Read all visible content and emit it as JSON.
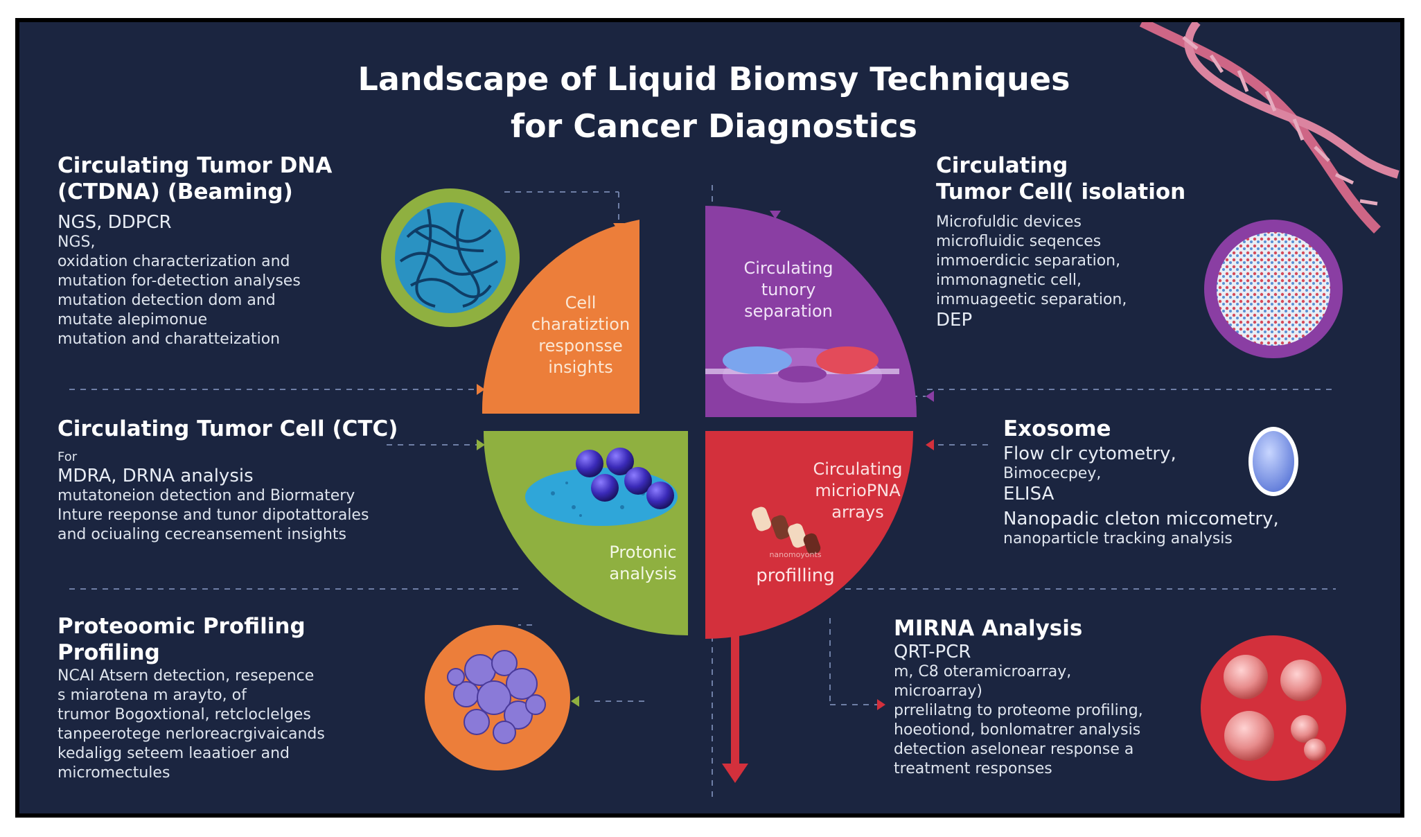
{
  "title": {
    "line1": "Landscape of Liquid Biomsy Techniques",
    "line2": "for Cancer Diagnostics"
  },
  "colors": {
    "background": "#1b2540",
    "orange": "#ec7e3a",
    "purple": "#8a3ea3",
    "green": "#8fb040",
    "red": "#d3303c"
  },
  "sections": {
    "ctdna": {
      "heading": [
        "Circulating Tumor DNA",
        "(CTDNA) (Beaming)"
      ],
      "lines": [
        "NGS, DDPCR",
        "NGS,",
        "oxidation characterization and",
        "mutation for-detection analyses",
        "mutation detection dom and",
        "mutate alepimonue",
        "mutation and charatteization"
      ]
    },
    "ctc_isolation": {
      "heading": [
        "Circulating",
        "Tumor Cell( isolation"
      ],
      "lines": [
        "Microfuldic devices",
        "microfluidic seqences",
        "immoerdicic separation,",
        "immonagnetic cell,",
        "immuageetic separation,",
        "DEP"
      ]
    },
    "ctc": {
      "heading": [
        "Circulating Tumor Cell (CTC)"
      ],
      "lines": [
        "For",
        "MDRA, DRNA analysis",
        "mutatoneion detection and Biormatery",
        "Inture reeponse and tunor dipotattorales",
        "and ociualing cecreansement insights"
      ]
    },
    "exosome": {
      "heading": [
        "Exosome"
      ],
      "lines": [
        "Flow clr cytometry,",
        "Bimocecpey,",
        "ELISA",
        "Nanopadic cleton miccometry,",
        "nanoparticle tracking analysis"
      ]
    },
    "proteomic": {
      "heading": [
        "Proteoomic Profiling",
        "Profiling"
      ],
      "lines": [
        "NCAI Atsern detection, resepence",
        "s miarotena m arayto, of",
        "trumor Bogoxtional, retcloclelges",
        "tanpeerotege nerloreacrgivaicands",
        "kedaligg seteem leaatioer and",
        "micromectules"
      ]
    },
    "mirna": {
      "heading": [
        "MIRNA Analysis"
      ],
      "lines": [
        "QRT-PCR",
        "m, C8 oteramicroarray,",
        "microarray)",
        "prrelilatng to proteome profiling,",
        "hoeotiond, bonlomatrer analysis",
        "detection aselonear response a",
        "treatment responses"
      ]
    }
  },
  "quadrants": {
    "orange": [
      "Cell",
      "charatiztion",
      "responsse",
      "insights"
    ],
    "purple": [
      "Circulating",
      "tunory",
      "separation"
    ],
    "green": [
      "Protonic",
      "analysis"
    ],
    "red": [
      "Circulating",
      "micrioPNA",
      "arrays"
    ],
    "red_small": "nanomoyonts",
    "red_bottom": "profilling"
  }
}
